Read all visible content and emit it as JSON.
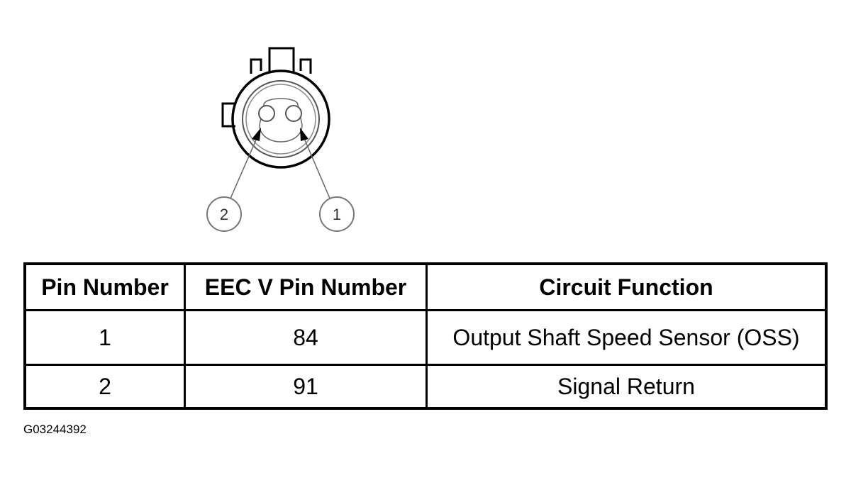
{
  "diagram": {
    "callouts": [
      {
        "id": "callout-1",
        "label": "1"
      },
      {
        "id": "callout-2",
        "label": "2"
      }
    ]
  },
  "table": {
    "headers": [
      "Pin Number",
      "EEC V Pin Number",
      "Circuit Function"
    ],
    "rows": [
      [
        "1",
        "84",
        "Output Shaft Speed Sensor (OSS)"
      ],
      [
        "2",
        "91",
        "Signal Return"
      ]
    ]
  },
  "figure_id": "G03244392"
}
